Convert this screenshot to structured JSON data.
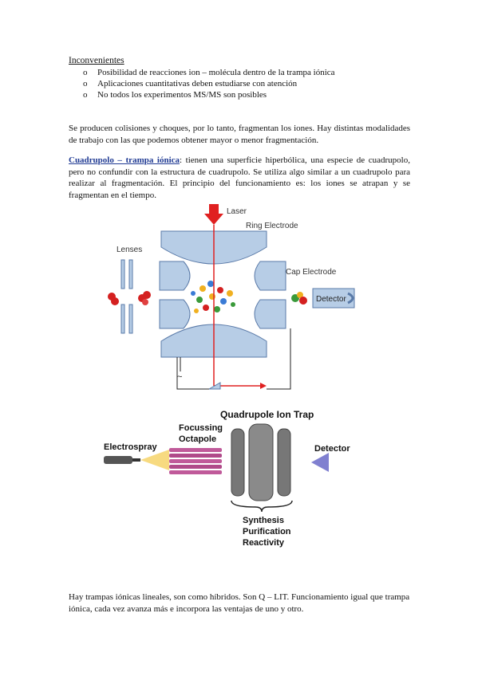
{
  "section": {
    "heading": "Inconvenientes",
    "bullet_symbol": "o",
    "bullets": [
      "Posibilidad de reacciones ion – molécula dentro de la trampa iónica",
      "Aplicaciones cuantitativas deben estudiarse con atención",
      "No todos los experimentos MS/MS son posibles"
    ]
  },
  "paragraph1": "Se producen colisiones y choques, por lo tanto, fragmentan los iones. Hay distintas modalidades de trabajo con las que podemos obtener mayor o menor fragmentación.",
  "paragraph2": {
    "term": "Cuadrupolo – trampa iónica",
    "text": ": tienen una superficie hiperbólica, una especie de cuadrupolo, pero no confundir con la estructura de cuadrupolo. Se utiliza algo similar a un cuadrupolo para realizar al fragmentación. El principio del funcionamiento es: los iones se atrapan y se fragmentan en el tiempo."
  },
  "figure1": {
    "laser": "Laser",
    "ring_electrode": "Ring Electrode",
    "lenses": "Lenses",
    "cap_electrode": "Cap Electrode",
    "detector": "Detector",
    "ac_symbol": "~",
    "colors": {
      "electrode": "#b7cde6",
      "electrode_stroke": "#5a7aa8",
      "laser": "#e02020"
    }
  },
  "figure2": {
    "title": "Quadrupole Ion Trap",
    "focussing": "Focussing",
    "octapole": "Octapole",
    "electrospray": "Electrospray",
    "detector": "Detector",
    "synthesis": "Synthesis",
    "purification": "Purification",
    "reactivity": "Reactivity"
  },
  "paragraph3": "Hay trampas iónicas lineales, son como híbridos. Son Q – LIT. Funcionamiento igual que trampa iónica, cada vez avanza más e incorpora las ventajas de uno y otro."
}
